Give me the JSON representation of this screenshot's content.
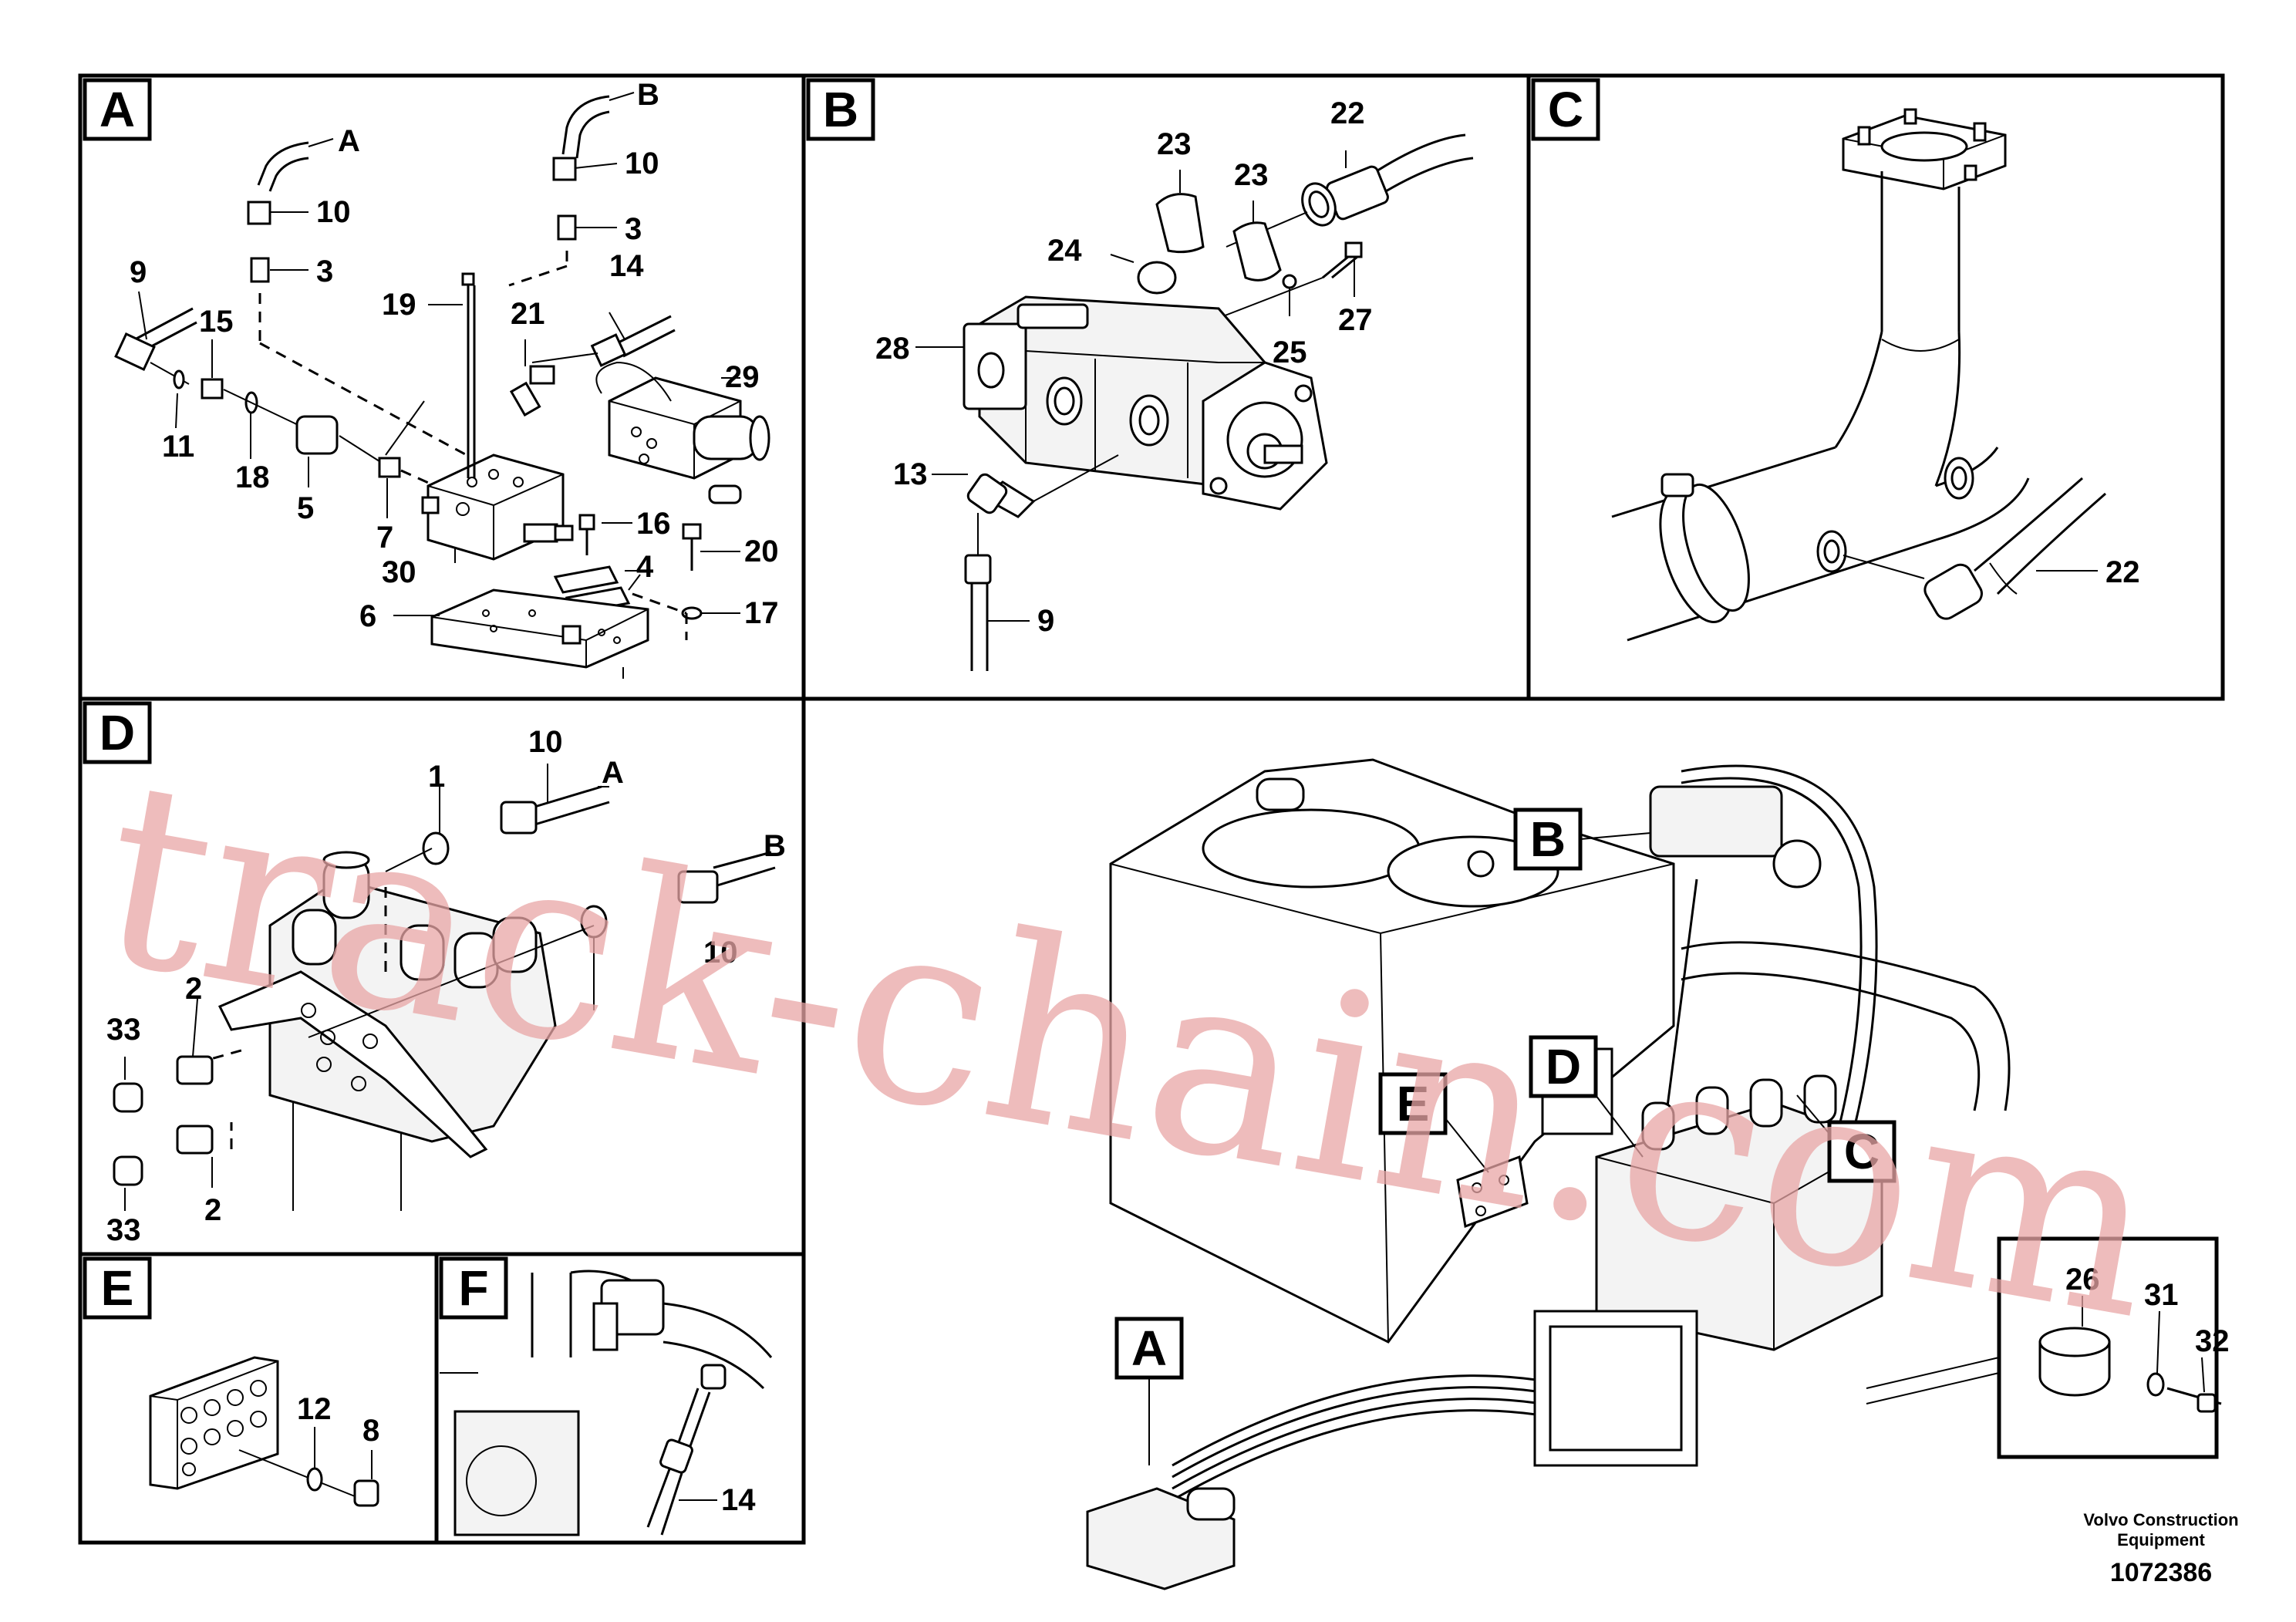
{
  "panels": [
    {
      "letter": "A"
    },
    {
      "letter": "B"
    },
    {
      "letter": "C"
    },
    {
      "letter": "D"
    },
    {
      "letter": "E"
    },
    {
      "letter": "F"
    }
  ],
  "callouts_main": {
    "A": "A",
    "B": "B",
    "C": "C",
    "D": "D",
    "E": "E"
  },
  "panel_a": {
    "hose_tags": {
      "a": "A",
      "b": "B"
    },
    "parts": [
      "10",
      "3",
      "10",
      "3",
      "9",
      "15",
      "11",
      "18",
      "5",
      "7",
      "19",
      "21",
      "14",
      "29",
      "16",
      "4",
      "20",
      "17",
      "6",
      "30"
    ]
  },
  "panel_b": {
    "parts": [
      "23",
      "22",
      "23",
      "24",
      "27",
      "25",
      "28",
      "13",
      "9"
    ]
  },
  "panel_c": {
    "parts": [
      "22"
    ]
  },
  "panel_d": {
    "hose_tags": {
      "a": "A",
      "b": "B"
    },
    "parts": [
      "10",
      "1",
      "10",
      "2",
      "33",
      "2",
      "33"
    ]
  },
  "panel_e": {
    "parts": [
      "12",
      "8"
    ]
  },
  "panel_f": {
    "parts": [
      "14"
    ]
  },
  "inset": {
    "parts": [
      "26",
      "31",
      "32"
    ]
  },
  "footer": {
    "company_line1": "Volvo Construction",
    "company_line2": "Equipment",
    "drawing_number": "1072386"
  },
  "watermark": "track-chain.com"
}
